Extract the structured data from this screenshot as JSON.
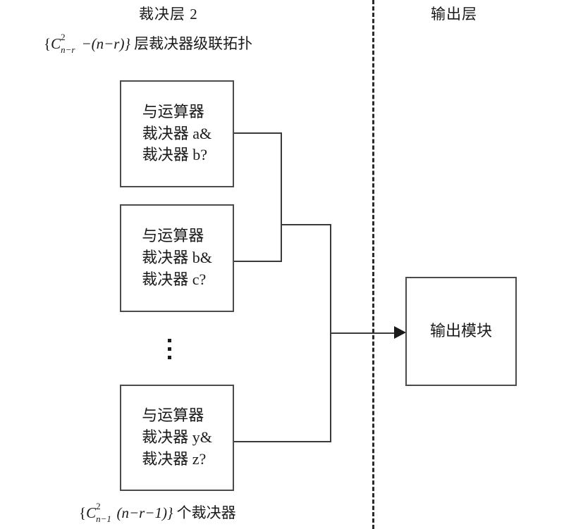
{
  "diagram": {
    "left_panel": {
      "title": "裁决层 2",
      "subtitle_prefix": "{",
      "subtitle_c": "C",
      "subtitle_c_sup": "2",
      "subtitle_c_sub": "n−r",
      "subtitle_middle": "−(n−r)}",
      "subtitle_suffix": " 层裁决器级联拓扑",
      "footnote_prefix": "{",
      "footnote_c": "C",
      "footnote_c_sup": "2",
      "footnote_c_sub": "n−1",
      "footnote_middle": "(n−r−1)}",
      "footnote_suffix": " 个裁决器"
    },
    "right_panel": {
      "title": "输出层"
    },
    "nodes": [
      {
        "id": "and-ab",
        "line1": "与运算器",
        "line2": "裁决器 a&",
        "line3": "裁决器 b?"
      },
      {
        "id": "and-bc",
        "line1": "与运算器",
        "line2": "裁决器 b&",
        "line3": "裁决器 c?"
      },
      {
        "id": "and-yz",
        "line1": "与运算器",
        "line2": "裁决器 y&",
        "line3": "裁决器 z?"
      }
    ],
    "output_node": {
      "id": "output-module",
      "label": "输出模块"
    },
    "ellipsis": "⋮",
    "colors": {
      "background": "#ffffff",
      "box_border": "#4b4b4b",
      "wire": "#3a3a3a",
      "divider": "#2a2a2a",
      "text": "#1a1a1a"
    }
  }
}
